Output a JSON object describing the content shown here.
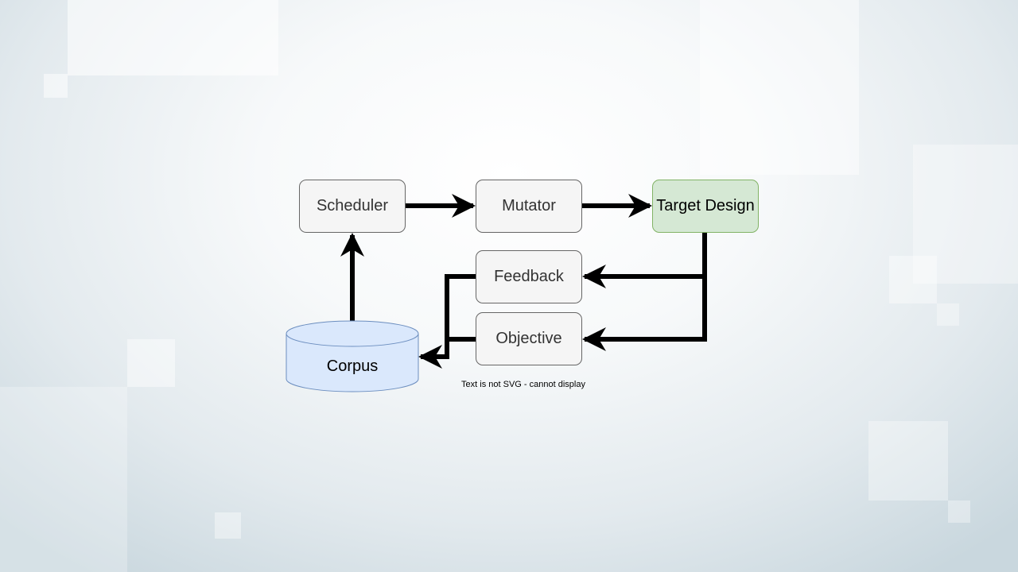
{
  "diagram": {
    "nodes": {
      "scheduler": "Scheduler",
      "mutator": "Mutator",
      "target_design": "Target Design",
      "feedback": "Feedback",
      "objective": "Objective",
      "corpus": "Corpus"
    },
    "colors": {
      "process_fill": "#f5f5f5",
      "process_stroke": "#666666",
      "target_fill": "#d5e8d4",
      "target_stroke": "#82b366",
      "corpus_fill": "#dae8fc",
      "corpus_stroke": "#6c8ebf",
      "arrow": "#000000"
    },
    "edges": [
      {
        "from": "Scheduler",
        "to": "Mutator"
      },
      {
        "from": "Mutator",
        "to": "Target Design"
      },
      {
        "from": "Target Design",
        "to": "Feedback"
      },
      {
        "from": "Target Design",
        "to": "Objective"
      },
      {
        "from": "Feedback",
        "to": "Corpus"
      },
      {
        "from": "Objective",
        "to": "Corpus"
      },
      {
        "from": "Corpus",
        "to": "Scheduler"
      }
    ]
  },
  "warning_text": "Text is not SVG - cannot display"
}
